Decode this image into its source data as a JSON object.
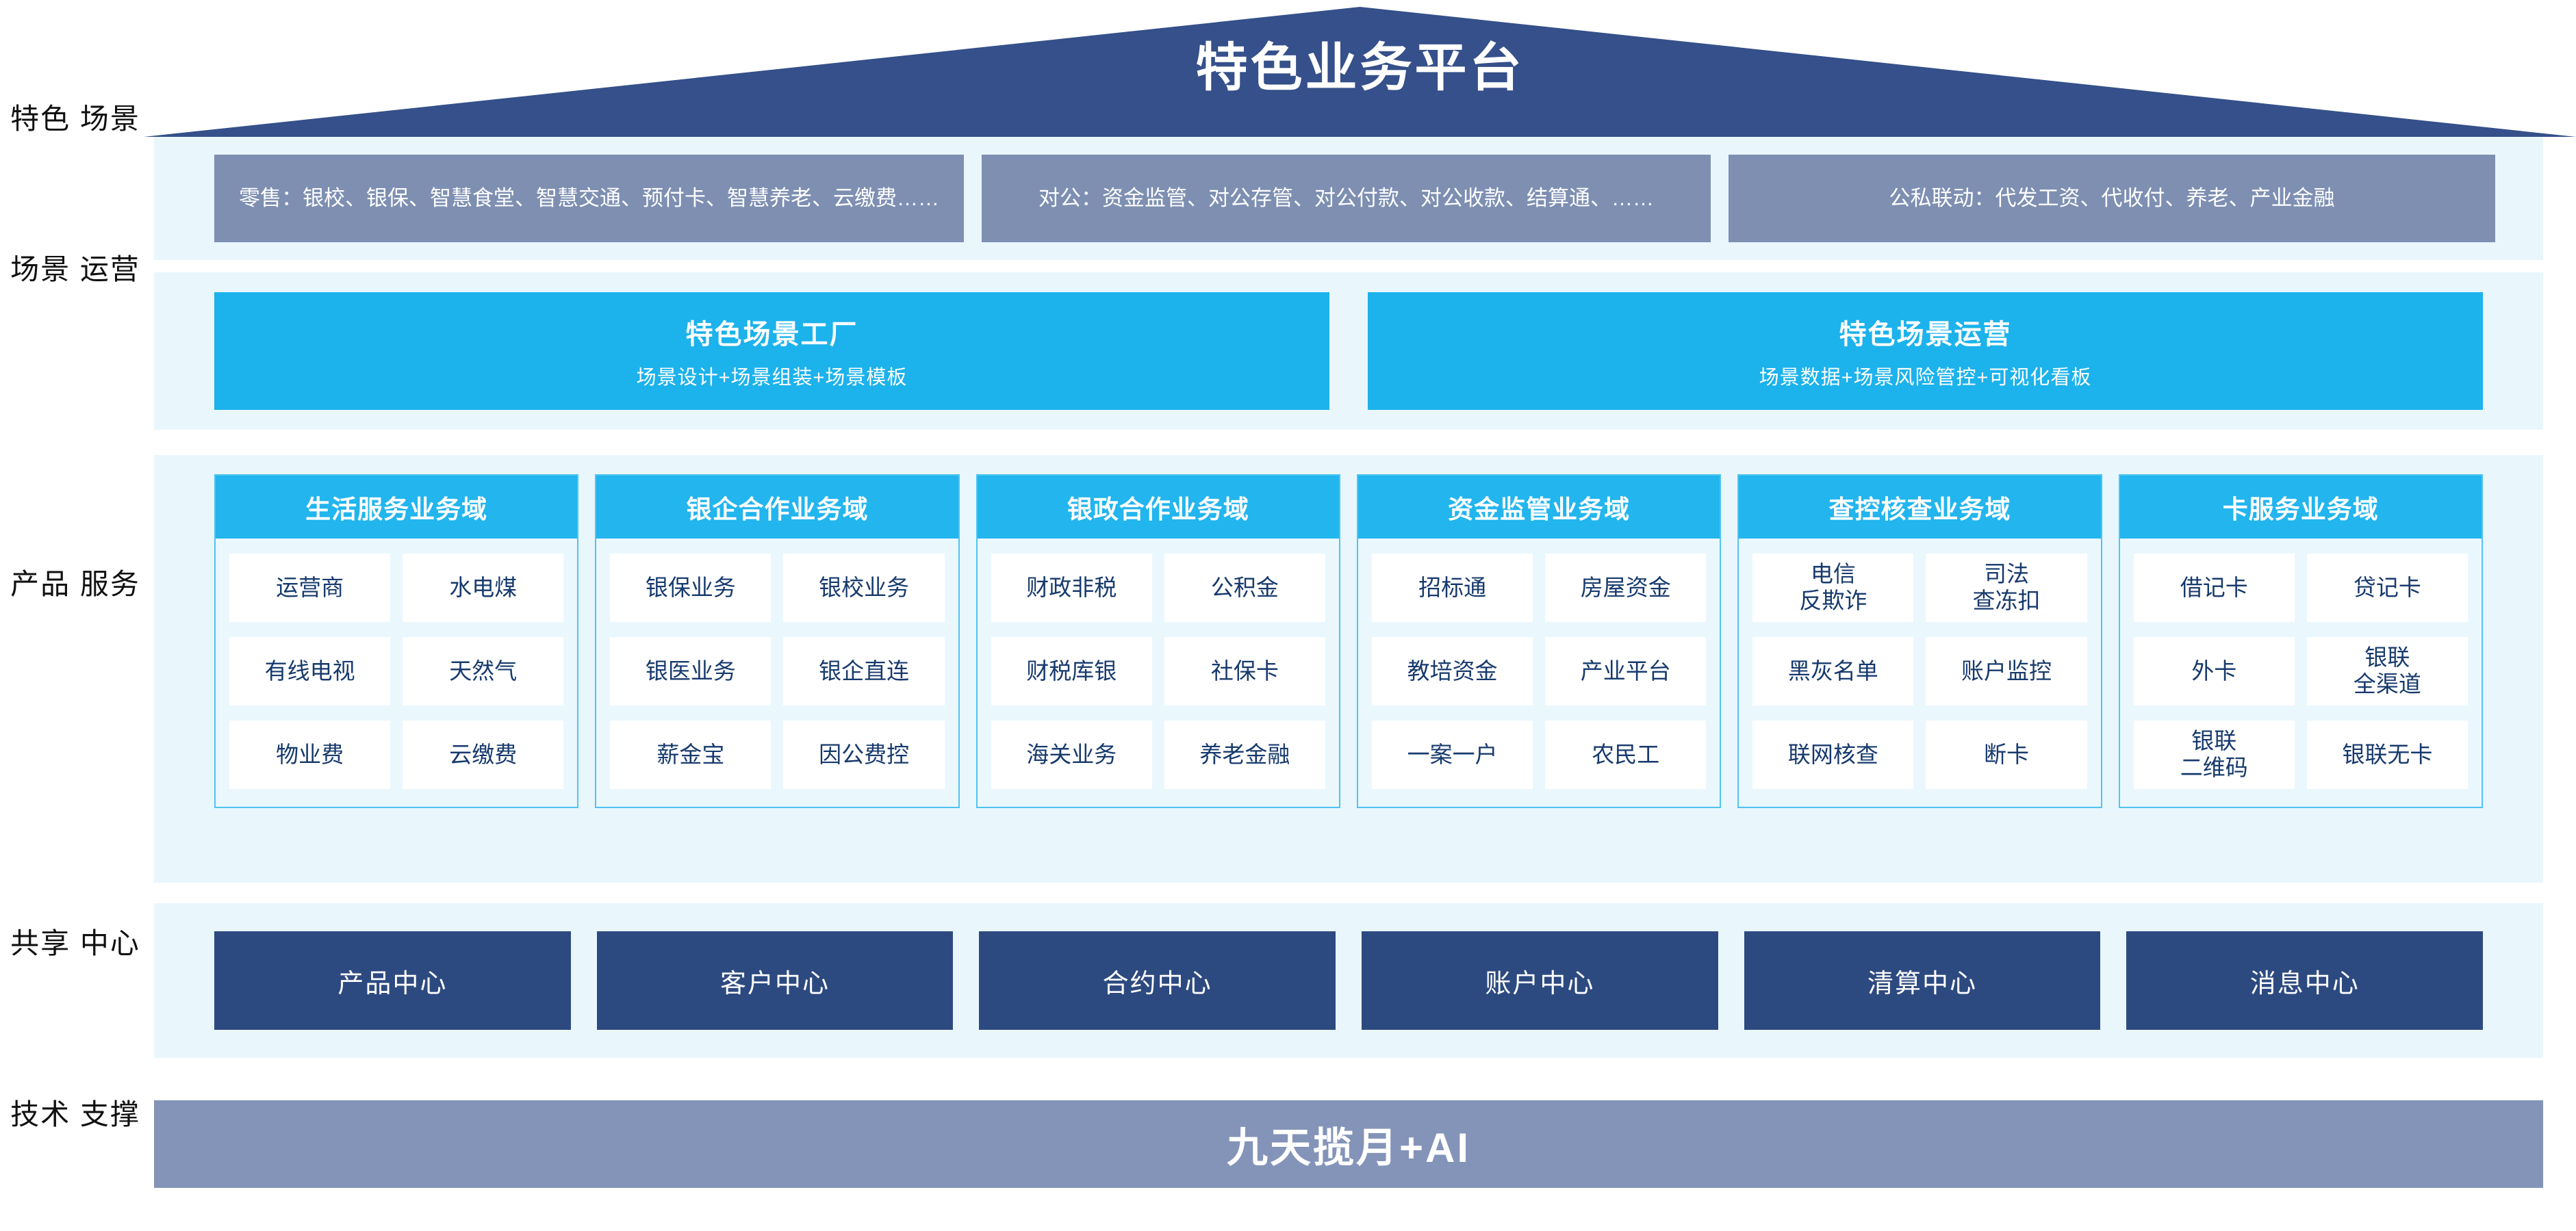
{
  "banner": {
    "title": "特色业务平台"
  },
  "rail": {
    "scenario": "特色\n场景",
    "operation": "场景\n运营",
    "product": "产品\n服务",
    "shared": "共享\n中心",
    "tech": "技术\n支撑"
  },
  "scenarios": [
    {
      "text": "零售：银校、银保、智慧食堂、智慧交通、预付卡、智慧养老、云缴费……"
    },
    {
      "text": "对公：资金监管、对公存管、对公付款、对公收款、结算通、……"
    },
    {
      "text": "公私联动：代发工资、代收付、养老、产业金融"
    }
  ],
  "operations": [
    {
      "title": "特色场景工厂",
      "subtitle": "场景设计+场景组装+场景模板"
    },
    {
      "title": "特色场景运营",
      "subtitle": "场景数据+场景风险管控+可视化看板"
    }
  ],
  "domains": [
    {
      "title": "生活服务业务域",
      "items": [
        "运营商",
        "水电煤",
        "有线电视",
        "天然气",
        "物业费",
        "云缴费"
      ]
    },
    {
      "title": "银企合作业务域",
      "items": [
        "银保业务",
        "银校业务",
        "银医业务",
        "银企直连",
        "薪金宝",
        "因公费控"
      ]
    },
    {
      "title": "银政合作业务域",
      "items": [
        "财政非税",
        "公积金",
        "财税库银",
        "社保卡",
        "海关业务",
        "养老金融"
      ]
    },
    {
      "title": "资金监管业务域",
      "items": [
        "招标通",
        "房屋资金",
        "教培资金",
        "产业平台",
        "一案一户",
        "农民工"
      ]
    },
    {
      "title": "查控核查业务域",
      "items": [
        "电信\n反欺诈",
        "司法\n查冻扣",
        "黑灰名单",
        "账户监控",
        "联网核查",
        "断卡"
      ]
    },
    {
      "title": "卡服务业务域",
      "items": [
        "借记卡",
        "贷记卡",
        "外卡",
        "银联\n全渠道",
        "银联\n二维码",
        "银联无卡"
      ]
    }
  ],
  "centers": [
    "产品中心",
    "客户中心",
    "合约中心",
    "账户中心",
    "清算中心",
    "消息中心"
  ],
  "tech": {
    "label": "九天揽月+AI"
  },
  "colors": {
    "banner_navy": "#35508a",
    "scenario_gray": "#7e8fb2",
    "cyan": "#1cb2ec",
    "band_bg": "#e9f7fd",
    "center_navy": "#2d4a80",
    "tech_gray": "#8394b8",
    "cell_text": "#173a6d"
  }
}
